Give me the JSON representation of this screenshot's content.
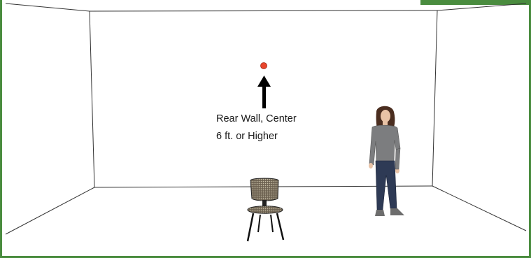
{
  "diagram": {
    "annotation": {
      "line1": "Rear Wall, Center",
      "line2": "6 ft. or Higher"
    },
    "colors": {
      "frame": "#4a8c3f",
      "marker": "#e8452c",
      "wall_lines": "#333333",
      "figure_shirt": "#7c7d7f",
      "figure_jeans": "#2e3a55",
      "figure_hair": "#4a2d1f",
      "chair_seat": "#6e6352"
    },
    "elements": [
      "room-outline",
      "target-dot",
      "up-arrow",
      "chair",
      "person"
    ]
  }
}
